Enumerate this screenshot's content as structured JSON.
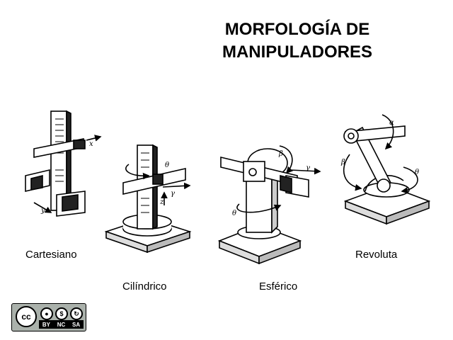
{
  "title_line1": "MORFOLOGÍA DE",
  "title_line2": "MANIPULADORES",
  "labels": {
    "cartesiano": "Cartesiano",
    "cilindrico": "Cilíndrico",
    "esferico": "Esférico",
    "revoluta": "Revoluta"
  },
  "license": {
    "circle_text": "cc",
    "tags": [
      "BY",
      "NC",
      "SA"
    ]
  },
  "greek": {
    "theta": "θ",
    "gamma": "γ",
    "beta": "β",
    "alpha": "α",
    "z": "z",
    "x": "x",
    "y": "y"
  }
}
